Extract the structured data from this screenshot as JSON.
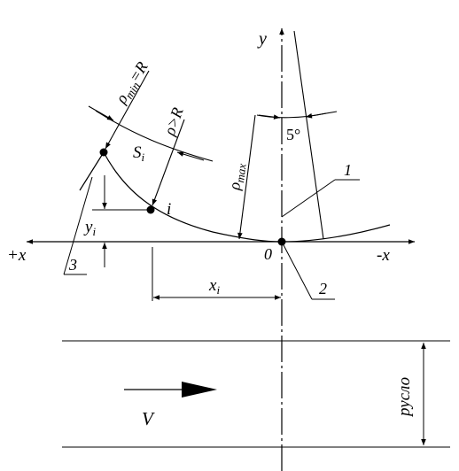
{
  "labels": {
    "y_axis": "y",
    "plus_x": "+x",
    "minus_x": "-x",
    "origin": "0",
    "rho_min": "ρ",
    "rho_min_sub": "min",
    "rho_min_eq": "=R",
    "rho_gt": "ρ>R",
    "rho_max": "ρ",
    "rho_max_sub": "max",
    "s": "S",
    "s_sub": "i",
    "i_point": "i",
    "yi": "y",
    "yi_sub": "i",
    "xi": "x",
    "xi_sub": "i",
    "angle": "5°",
    "callout_1": "1",
    "callout_2": "2",
    "callout_3": "3",
    "channel": "русло",
    "velocity": "V"
  },
  "colors": {
    "ink": "#000000",
    "background": "#ffffff"
  }
}
